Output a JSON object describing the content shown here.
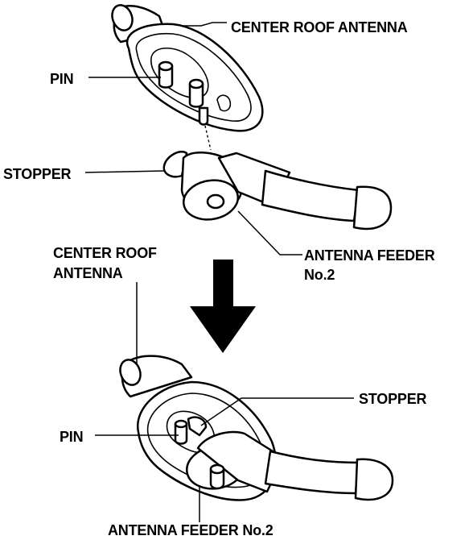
{
  "top": {
    "center_roof_antenna": "CENTER ROOF ANTENNA",
    "pin": "PIN",
    "stopper": "STOPPER",
    "antenna_feeder_line1": "ANTENNA FEEDER",
    "antenna_feeder_line2": "No.2"
  },
  "bottom": {
    "center_roof_antenna_line1": "CENTER ROOF",
    "center_roof_antenna_line2": "ANTENNA",
    "stopper": "STOPPER",
    "pin": "PIN",
    "antenna_feeder": "ANTENNA FEEDER No.2"
  }
}
